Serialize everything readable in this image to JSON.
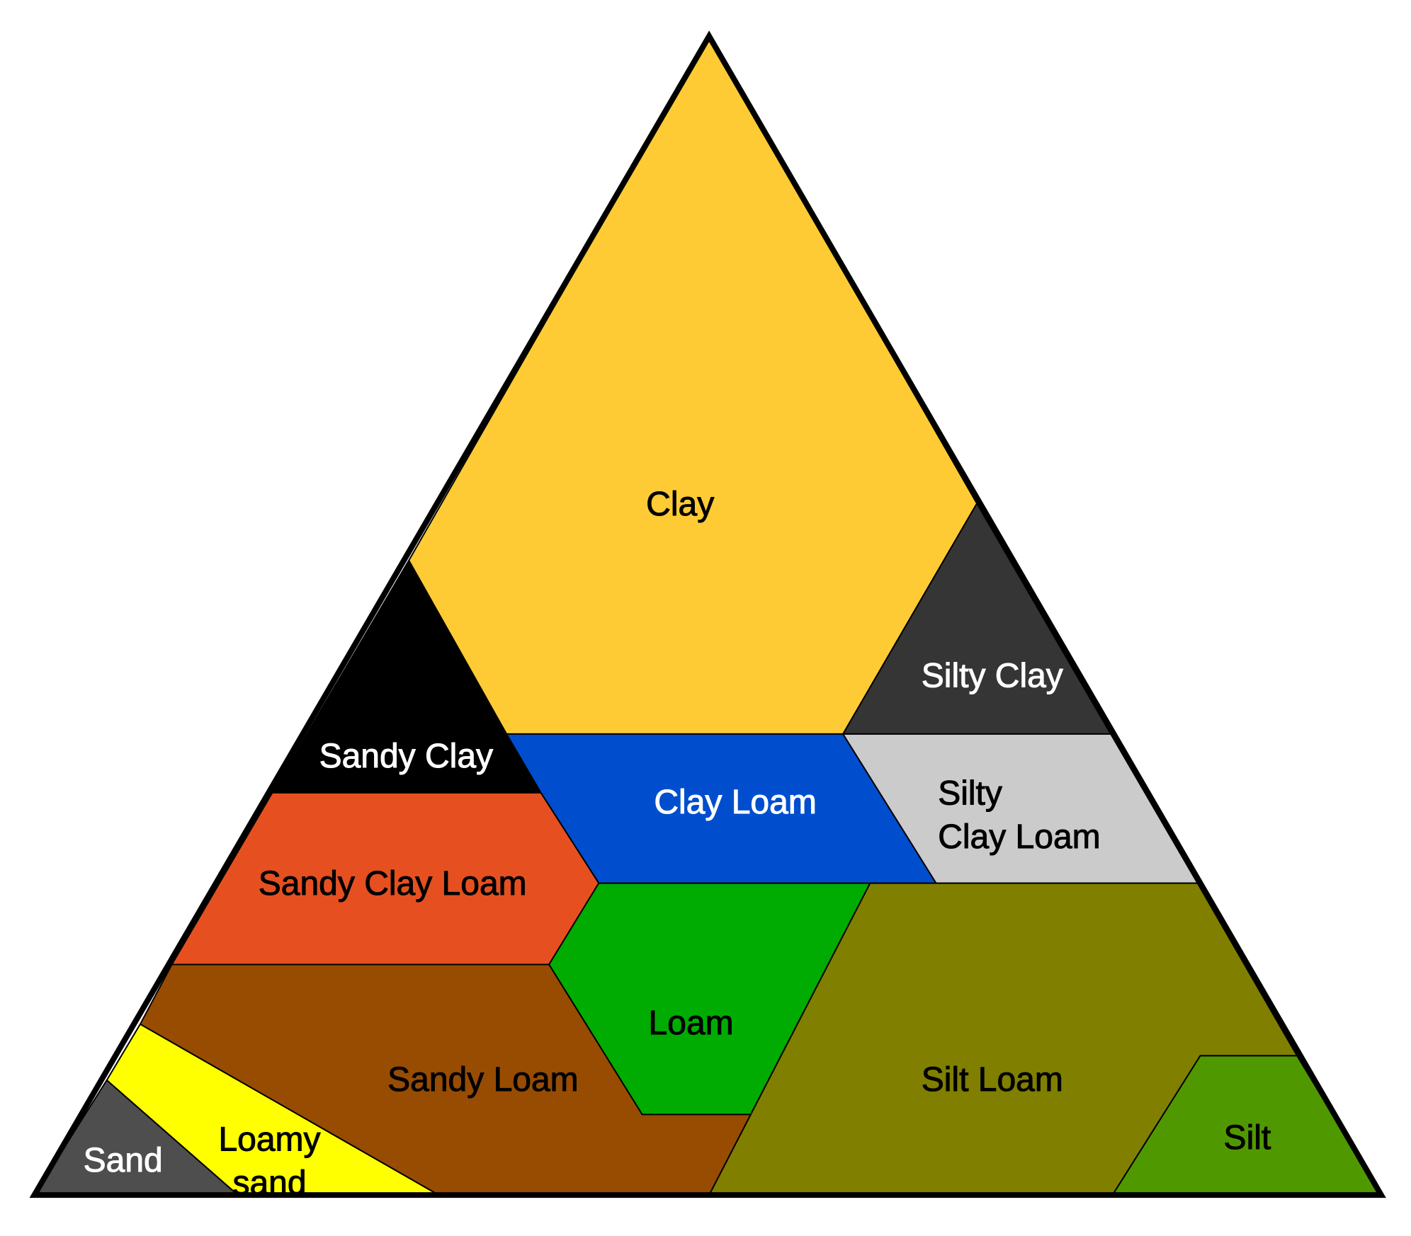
{
  "regions": {
    "clay": {
      "label_lines": [
        "Clay"
      ],
      "fill": "#FECB34",
      "text_color": "#000000"
    },
    "silty_clay": {
      "label_lines": [
        "Silty Clay"
      ],
      "fill": "#353535",
      "text_color": "#FFFFFF"
    },
    "sandy_clay": {
      "label_lines": [
        "Sandy Clay"
      ],
      "fill": "#000000",
      "text_color": "#FFFFFF"
    },
    "clay_loam": {
      "label_lines": [
        "Clay Loam"
      ],
      "fill": "#004ECE",
      "text_color": "#FFFFFF"
    },
    "silty_clay_loam": {
      "label_lines": [
        "Silty",
        "Clay Loam"
      ],
      "fill": "#CBCBCB",
      "text_color": "#000000"
    },
    "sandy_clay_loam": {
      "label_lines": [
        "Sandy Clay Loam"
      ],
      "fill": "#E65020",
      "text_color": "#000000"
    },
    "loam": {
      "label_lines": [
        "Loam"
      ],
      "fill": "#00AC01",
      "text_color": "#000000"
    },
    "silt_loam": {
      "label_lines": [
        "Silt Loam"
      ],
      "fill": "#807F00",
      "text_color": "#000000"
    },
    "sandy_loam": {
      "label_lines": [
        "Sandy Loam"
      ],
      "fill": "#984C01",
      "text_color": "#000000"
    },
    "loamy_sand": {
      "label_lines": [
        "Loamy",
        "sand"
      ],
      "fill": "#FFFF00",
      "text_color": "#000000"
    },
    "sand": {
      "label_lines": [
        "Sand"
      ],
      "fill": "#4E4E4E",
      "text_color": "#FFFFFF"
    },
    "silt": {
      "label_lines": [
        "Silt"
      ],
      "fill": "#509800",
      "text_color": "#000000"
    }
  },
  "outline_color": "#000000"
}
